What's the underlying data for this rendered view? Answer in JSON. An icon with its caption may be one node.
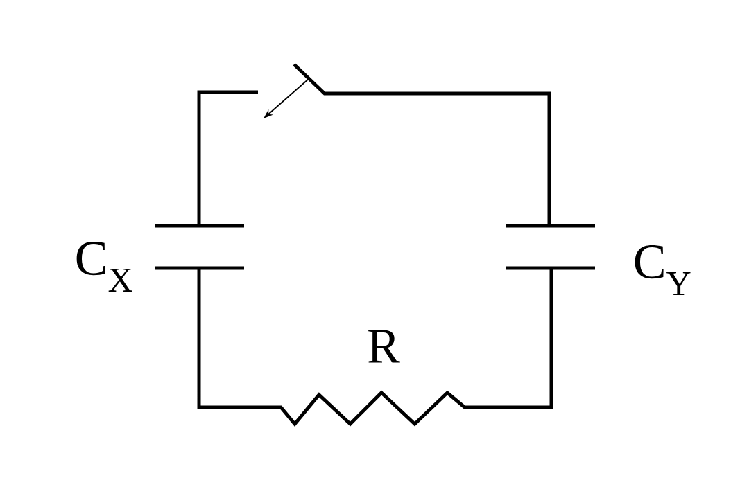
{
  "diagram": {
    "labels": [
      "C$_{X}$",
      "C$_{Y}$",
      "R"
    ]
  }
}
